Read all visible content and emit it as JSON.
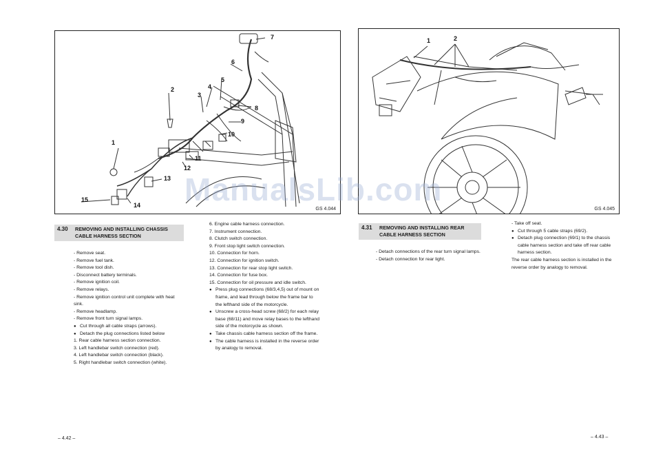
{
  "left_figure": {
    "code": "GS 4.044",
    "callouts": [
      "1",
      "2",
      "3",
      "4",
      "5",
      "6",
      "7",
      "8",
      "9",
      "10",
      "11",
      "12",
      "13",
      "14",
      "15"
    ]
  },
  "right_figure": {
    "code": "GS 4.045",
    "callouts": [
      "1",
      "2"
    ]
  },
  "watermark": "ManualsLib.com",
  "section_430": {
    "number": "4.30",
    "title_line1": "REMOVING AND INSTALLING CHASSIS",
    "title_line2": "CABLE HARNESS SECTION",
    "steps": [
      "- Remove seat.",
      "- Remove fuel tank.",
      "- Remove tool dish.",
      "- Disconnect battery terminals.",
      "- Remove ignition coil.",
      "- Remove relays.",
      "- Remove ignition control unit complete with heat sink.",
      "- Remove headlamp.",
      "- Remove front turn signal lamps."
    ],
    "bullets": [
      "Cut through all cable straps (arrows).",
      "Detach the plug connections listed below"
    ],
    "numbered": [
      "1.  Rear cable harness section connection.",
      "3.  Left handlebar switch connection (red).",
      "4.  Left handlebar switch connection (black).",
      "5.  Right handlebar switch connection (white)."
    ],
    "col2_numbered": [
      "6.   Engine cable harness connection.",
      "7.   Instrument connection.",
      "8.   Clutch switch connection.",
      "9.   Front stop light switch connection.",
      "10. Connection for horn.",
      "12. Connection for ignition switch.",
      "13. Connection for rear stop light switch.",
      "14. Connection for fuse box.",
      "15.  Connection for oil pressure and idle switch."
    ],
    "col2_bullets": [
      "Press plug connections (68/3,4,5) out of mount on frame, and lead through below the frame bar to the lefthand side of the motorcycle.",
      "Unscrew a cross-head screw (68/2) for each relay base (68/11) and move relay bases to the lefthand side of the motorcycle as shown.",
      "Take chassis cable harness section off the frame.",
      "The cable harness is installed in the reverse order by analogy to removal."
    ]
  },
  "section_431": {
    "number": "4.31",
    "title_line1": "REMOVING AND INSTALLING REAR",
    "title_line2": "CABLE HARNESS SECTION",
    "steps": [
      "- Detach connections of the rear turn signal lamps.",
      "- Detach connection for rear light."
    ],
    "col2_steps": [
      "- Take off seat."
    ],
    "col2_bullets": [
      "Cut through 5 cable straps (69/2).",
      "Detach plug connection (69/1) to the chassis cable harness section and take off rear cable harness section."
    ],
    "col2_closing": "The rear cable harness section is installed in the reverse order by analogy to removal."
  },
  "page_left": "– 4.42 –",
  "page_right": "– 4.43 –"
}
